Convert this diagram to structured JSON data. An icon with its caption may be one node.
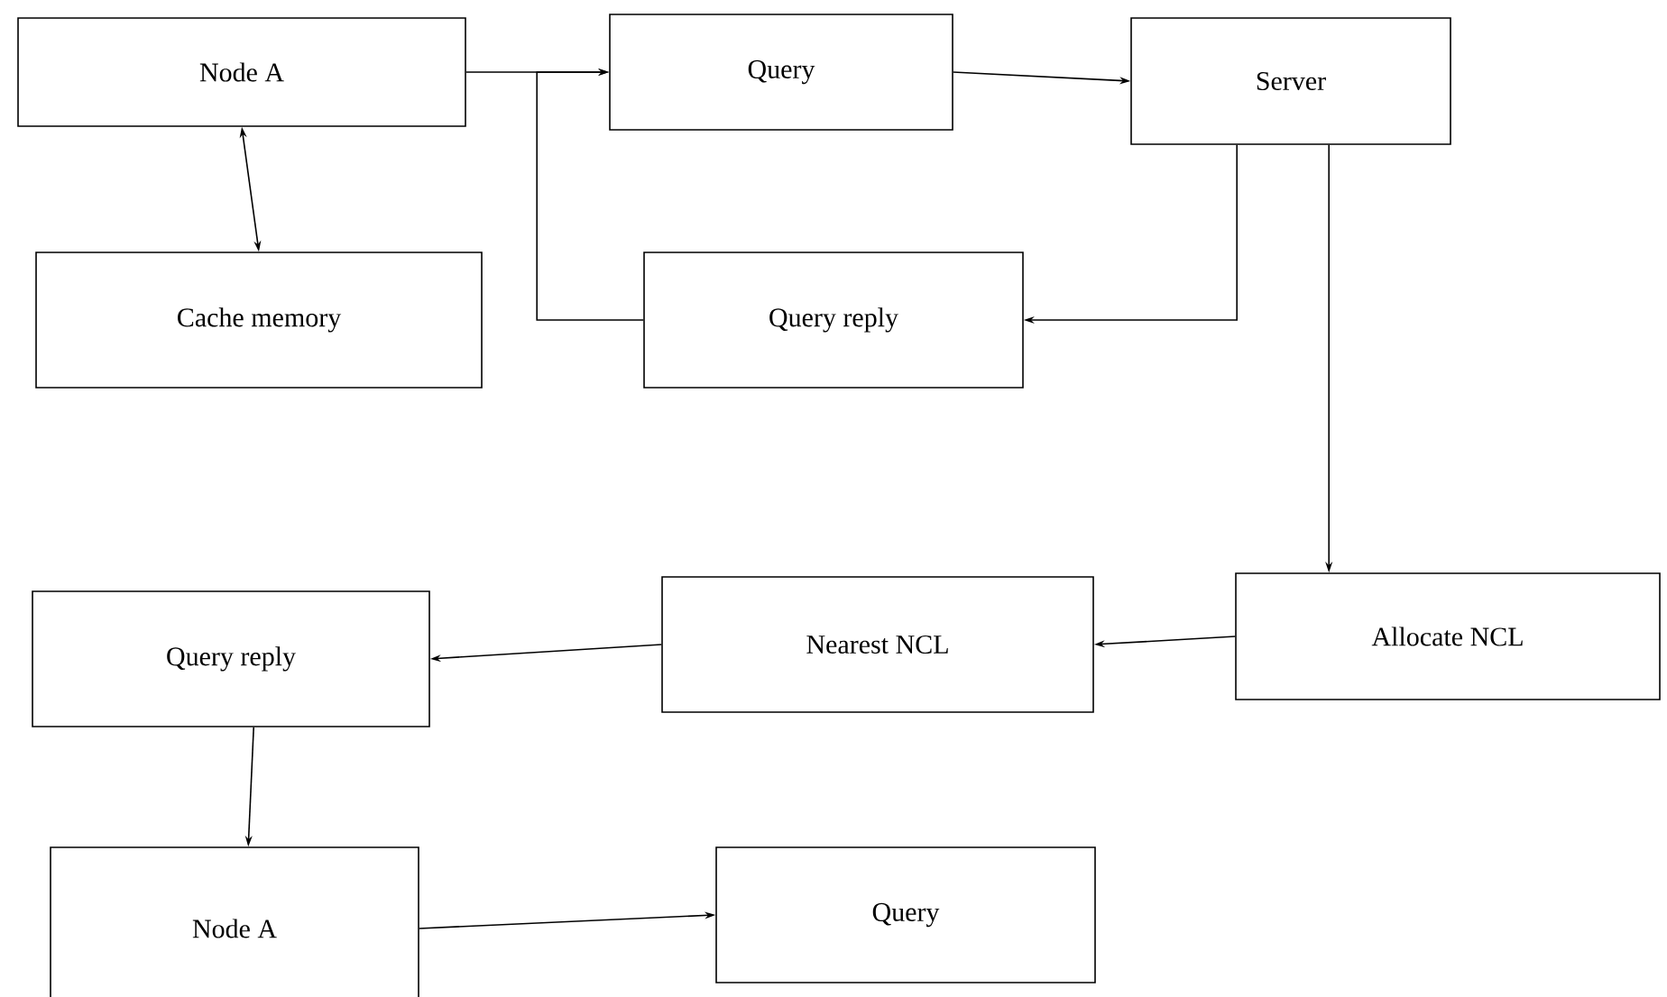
{
  "diagram": {
    "nodes": [
      {
        "text": [
          "Node A"
        ]
      },
      {
        "text": [
          "Query"
        ]
      },
      {
        "text": [
          "Server"
        ]
      },
      {
        "text": [
          "Cache memory"
        ]
      },
      {
        "text": [
          "Query reply"
        ]
      },
      {
        "text": [
          "Query reply"
        ]
      },
      {
        "text": [
          "Nearest NCL"
        ]
      },
      {
        "text": [
          "Allocate NCL"
        ]
      },
      {
        "text": [
          "Node A"
        ]
      },
      {
        "text": [
          "Query"
        ]
      }
    ],
    "edges": [
      {
        "from": 0,
        "to": 1,
        "arrow": "to"
      },
      {
        "from": 1,
        "to": 2,
        "arrow": "to"
      },
      {
        "from": 0,
        "to": 3,
        "arrow": "both"
      },
      {
        "from": 2,
        "to": 4,
        "arrow": "to"
      },
      {
        "from": 4,
        "to": 1,
        "arrow": "to"
      },
      {
        "from": 2,
        "to": 7,
        "arrow": "to"
      },
      {
        "from": 7,
        "to": 6,
        "arrow": "to"
      },
      {
        "from": 6,
        "to": 5,
        "arrow": "to"
      },
      {
        "from": 5,
        "to": 8,
        "arrow": "to"
      },
      {
        "from": 8,
        "to": 9,
        "arrow": "to"
      }
    ]
  }
}
